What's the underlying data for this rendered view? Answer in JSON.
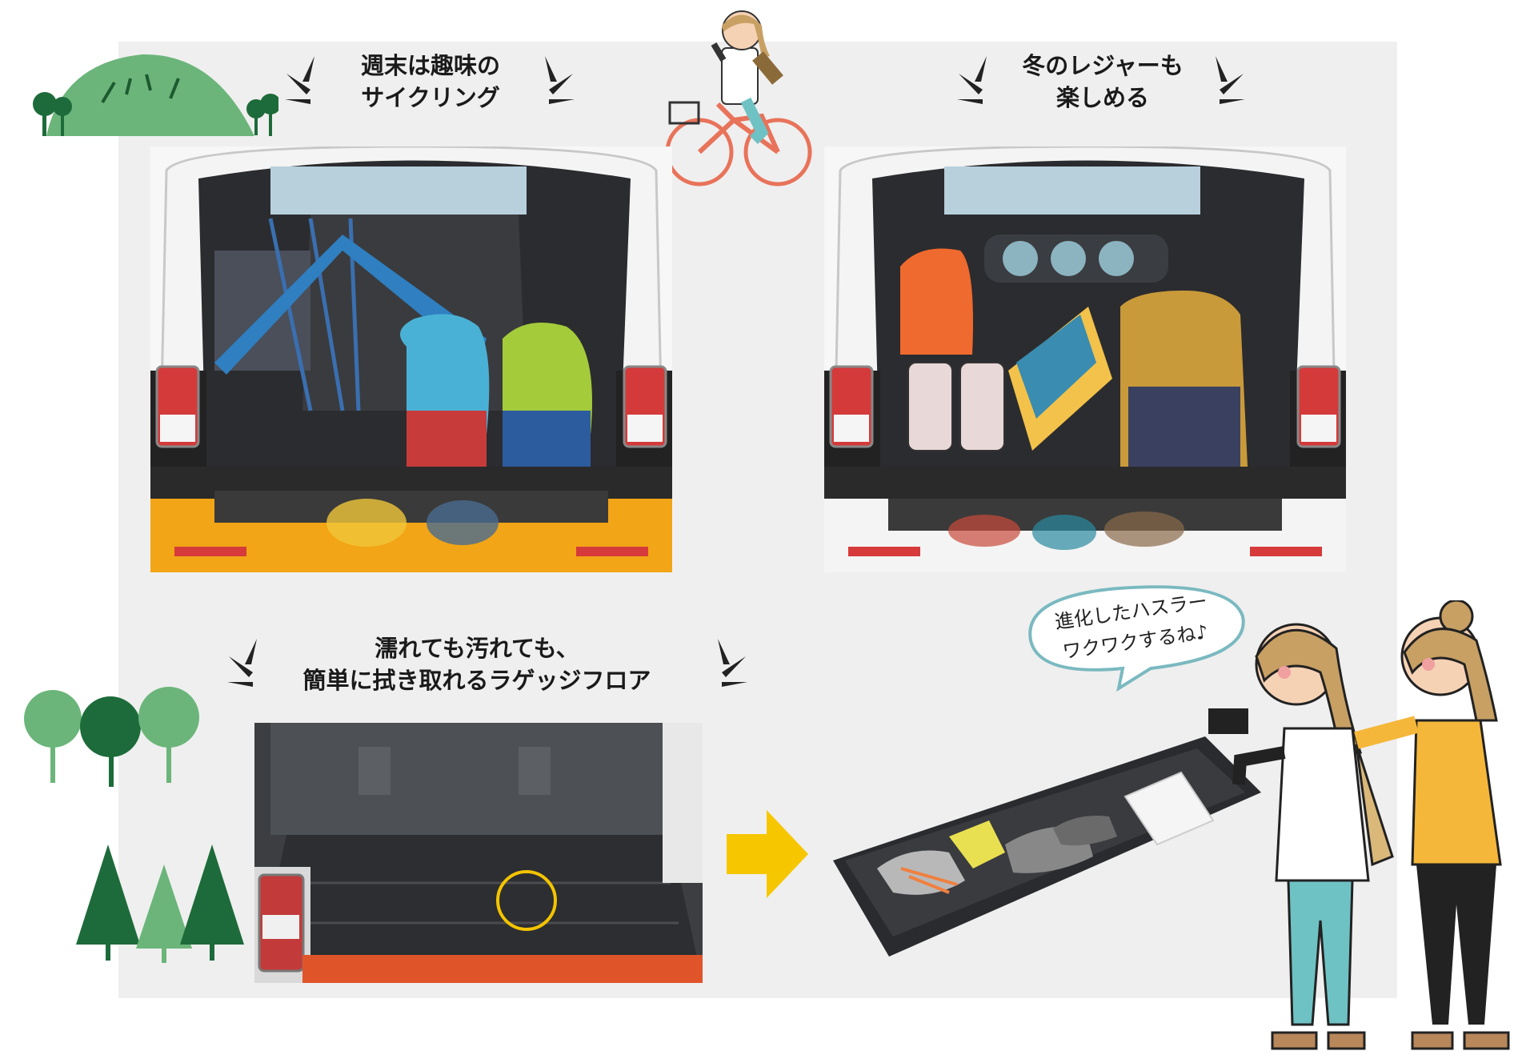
{
  "captions": {
    "cycling_line1": "週末は趣味の",
    "cycling_line2": "サイクリング",
    "winter_line1": "冬のレジャーも",
    "winter_line2": "楽しめる",
    "floor_line1": "濡れても汚れても、",
    "floor_line2": "簡単に拭き取れるラゲッジフロア"
  },
  "speech_bubble": {
    "line1": "進化したハスラー",
    "line2": "ワクワクするね♪"
  },
  "colors": {
    "panel": "#efefef",
    "body_orange": "#f2a516",
    "body_white": "#f4f4f4",
    "arrow_yellow": "#f6c700",
    "tree_green": "#6bb57a",
    "tree_dark": "#1d6b3a",
    "highlight_ring": "#f3c400"
  }
}
